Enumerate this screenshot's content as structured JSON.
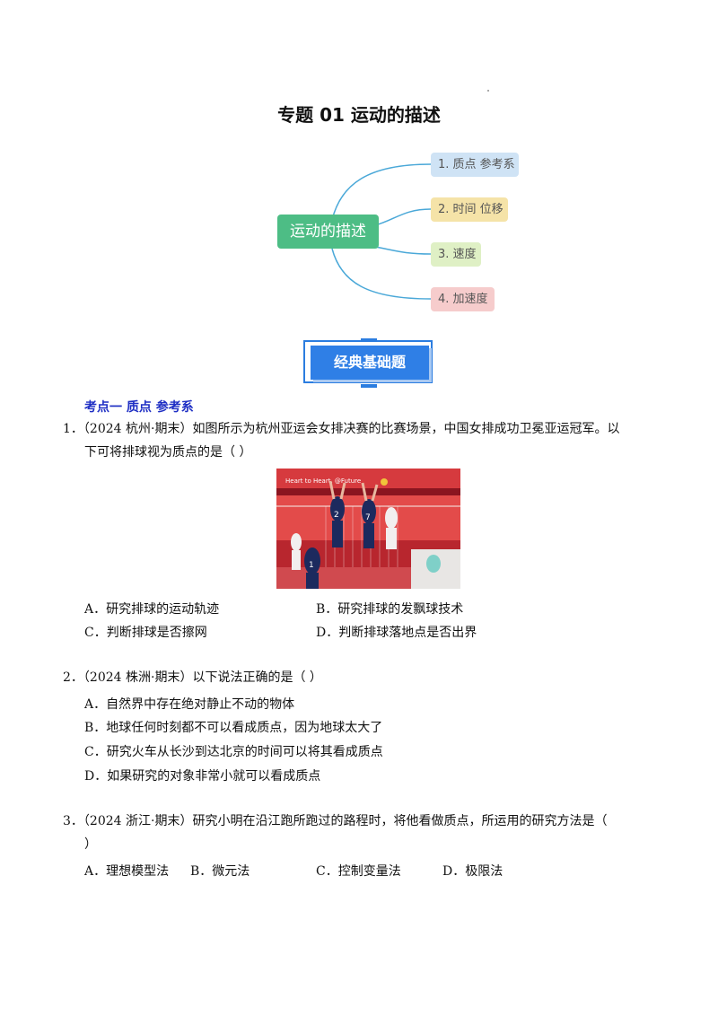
{
  "title": "专题 01  运动的描述",
  "mindmap": {
    "center": "运动的描述",
    "nodes": [
      "1. 质点 参考系",
      "2. 时间 位移",
      "3. 速度",
      "4. 加速度"
    ],
    "colors": {
      "center": "#4dbd85",
      "node1": "#cfe3f5",
      "node2": "#f5e3a8",
      "node3": "#dff0c5",
      "node4": "#f6cccc"
    }
  },
  "banner": "经典基础题",
  "section_title": "考点一  质点  参考系",
  "questions": [
    {
      "num": "1．",
      "line1": "（2024 杭州·期末）如图所示为杭州亚运会女排决赛的比赛场景，中国女排成功卫冕亚运冠军。以",
      "line2": "下可将排球视为质点的是（     ）",
      "image_text": "Heart to Heart, @Future",
      "options": [
        "A．研究排球的运动轨迹",
        "B．研究排球的发飘球技术",
        "C．判断排球是否擦网",
        "D．判断排球落地点是否出界"
      ]
    },
    {
      "num": "2．",
      "line1": "（2024 株洲·期末）以下说法正确的是（      ）",
      "options": [
        "A．自然界中存在绝对静止不动的物体",
        "B．地球任何时刻都不可以看成质点，因为地球太大了",
        "C．研究火车从长沙到达北京的时间可以将其看成质点",
        "D．如果研究的对象非常小就可以看成质点"
      ]
    },
    {
      "num": "3．",
      "line1": "（2024 浙江·期末）研究小明在沿江跑所跑过的路程时，将他看做质点，所运用的研究方法是（",
      "line2": "）",
      "options": [
        "A．理想模型法",
        "B．微元法",
        "C．控制变量法",
        "D．极限法"
      ]
    }
  ]
}
